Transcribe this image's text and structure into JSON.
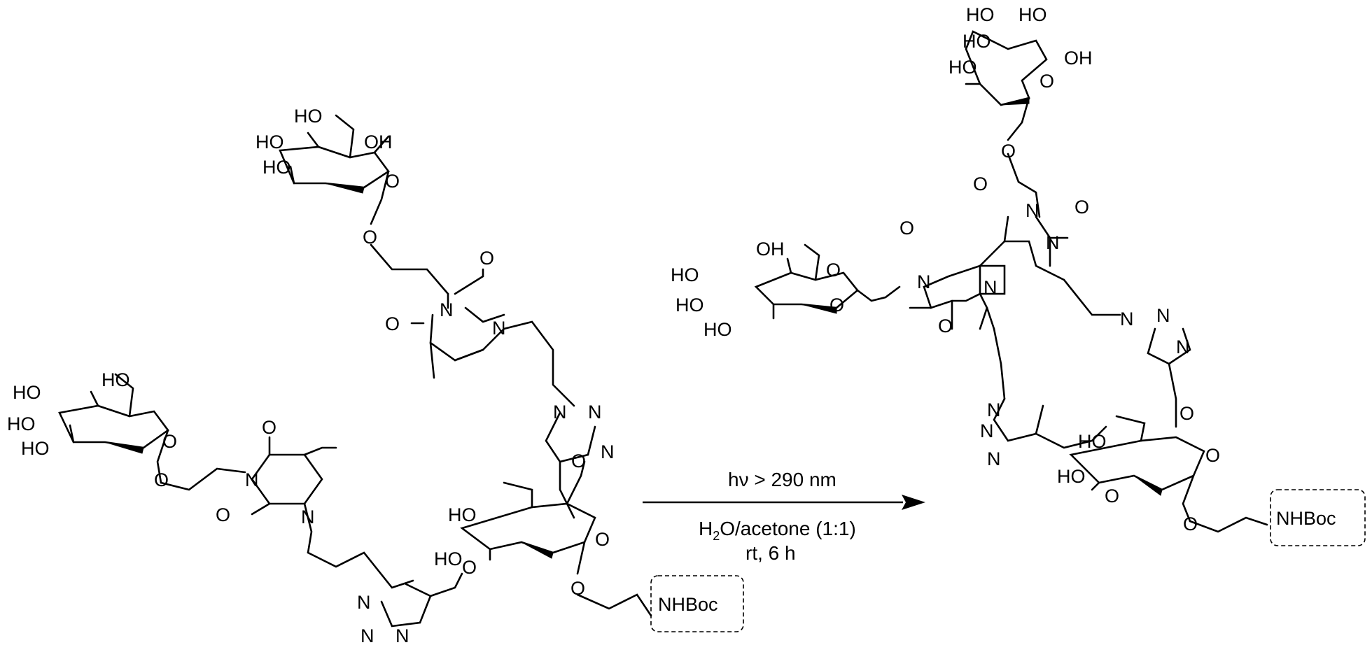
{
  "labels": {
    "HO": "HO",
    "OH": "OH",
    "O": "O",
    "N": "N",
    "NHBoc": "NHBoc"
  },
  "reaction": {
    "conditions_line1": "hν > 290 nm",
    "conditions_line2_main": "H",
    "conditions_line2_sub": "2",
    "conditions_line2_rest": "O/acetone (1:1)",
    "conditions_line3": "rt, 6 h"
  }
}
